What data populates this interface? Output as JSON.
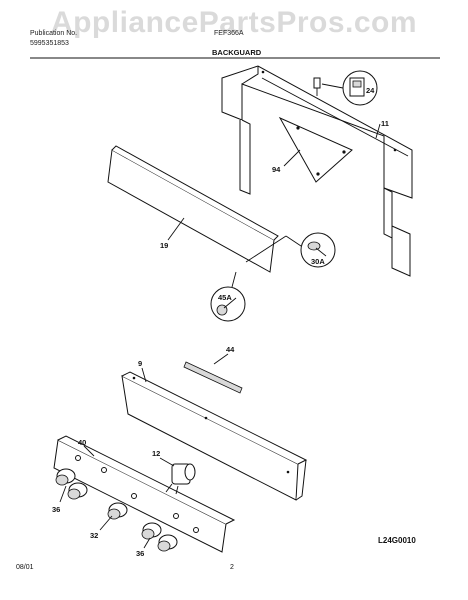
{
  "watermark": "AppliancePartsPros.com",
  "header": {
    "pub_label": "Publication No.",
    "pub_number": "5995351853",
    "model_label": "FEF366A",
    "section_title": "BACKGUARD"
  },
  "callouts": {
    "c9": "9",
    "c11": "11",
    "c12": "12",
    "c19": "19",
    "c24": "24",
    "c30a": "30A",
    "c32": "32",
    "c36a": "36",
    "c36b": "36",
    "c40": "40",
    "c44": "44",
    "c45a": "45A",
    "c94": "94"
  },
  "footer": {
    "date": "08/01",
    "page": "2",
    "figure_code": "L24G0010"
  }
}
